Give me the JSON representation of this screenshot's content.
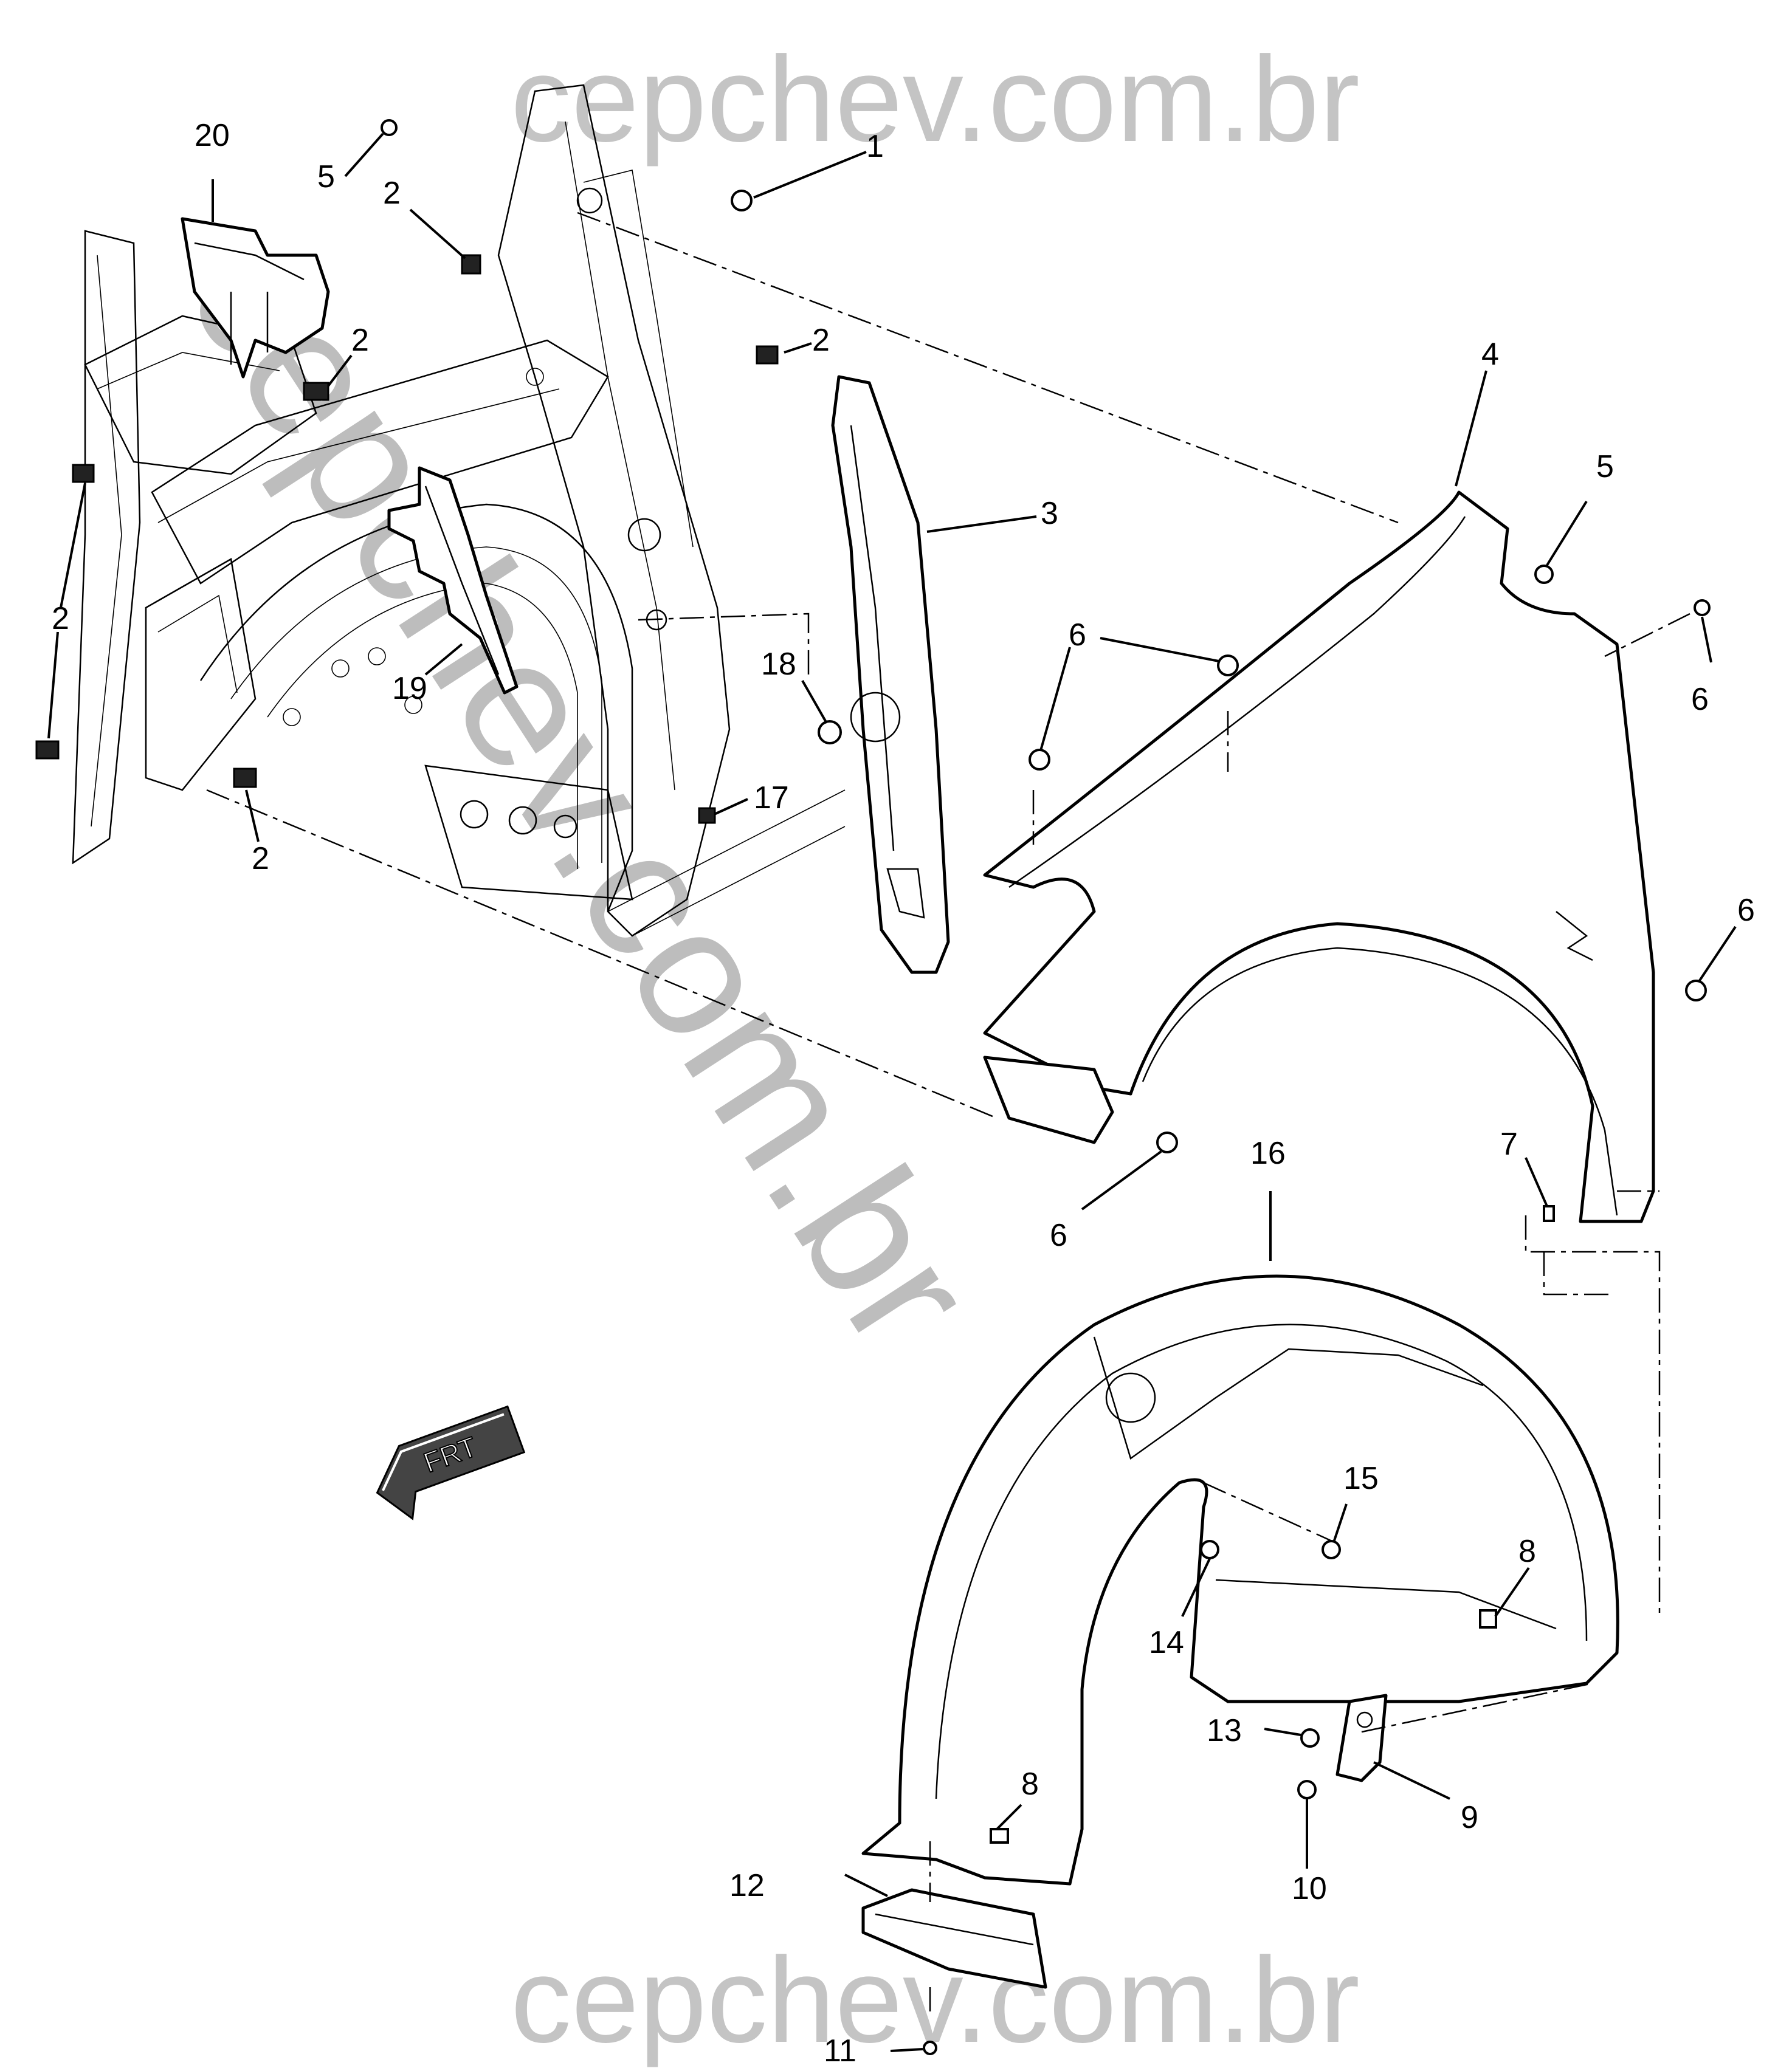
{
  "watermark": {
    "top": "cepchev.com.br",
    "bottom": "cepchev.com.br",
    "diagonal": "cepchev.com.br"
  },
  "direction_marker": "FRT",
  "callouts": [
    {
      "id": "c1",
      "label": "1",
      "part": "plug"
    },
    {
      "id": "c2a",
      "label": "2",
      "part": "clip-nut"
    },
    {
      "id": "c2b",
      "label": "2",
      "part": "clip-nut"
    },
    {
      "id": "c2c",
      "label": "2",
      "part": "clip-nut"
    },
    {
      "id": "c2d",
      "label": "2",
      "part": "clip-nut"
    },
    {
      "id": "c2e",
      "label": "2",
      "part": "clip-nut"
    },
    {
      "id": "c3",
      "label": "3",
      "part": "fender-insulator"
    },
    {
      "id": "c4",
      "label": "4",
      "part": "fender"
    },
    {
      "id": "c5a",
      "label": "5",
      "part": "bolt"
    },
    {
      "id": "c5b",
      "label": "5",
      "part": "bolt"
    },
    {
      "id": "c6a",
      "label": "6",
      "part": "bolt"
    },
    {
      "id": "c6b",
      "label": "6",
      "part": "bolt"
    },
    {
      "id": "c6c",
      "label": "6",
      "part": "bolt"
    },
    {
      "id": "c6d",
      "label": "6",
      "part": "bolt"
    },
    {
      "id": "c7",
      "label": "7",
      "part": "retainer"
    },
    {
      "id": "c8a",
      "label": "8",
      "part": "nut"
    },
    {
      "id": "c8b",
      "label": "8",
      "part": "nut"
    },
    {
      "id": "c9",
      "label": "9",
      "part": "bracket"
    },
    {
      "id": "c10",
      "label": "10",
      "part": "screw"
    },
    {
      "id": "c11",
      "label": "11",
      "part": "screw"
    },
    {
      "id": "c12",
      "label": "12",
      "part": "deflector"
    },
    {
      "id": "c13",
      "label": "13",
      "part": "screw"
    },
    {
      "id": "c14",
      "label": "14",
      "part": "retainer"
    },
    {
      "id": "c15",
      "label": "15",
      "part": "retainer"
    },
    {
      "id": "c16",
      "label": "16",
      "part": "wheelhouse-liner"
    },
    {
      "id": "c17",
      "label": "17",
      "part": "clip"
    },
    {
      "id": "c18",
      "label": "18",
      "part": "nut"
    },
    {
      "id": "c19",
      "label": "19",
      "part": "insulator"
    },
    {
      "id": "c20",
      "label": "20",
      "part": "bracket"
    }
  ]
}
